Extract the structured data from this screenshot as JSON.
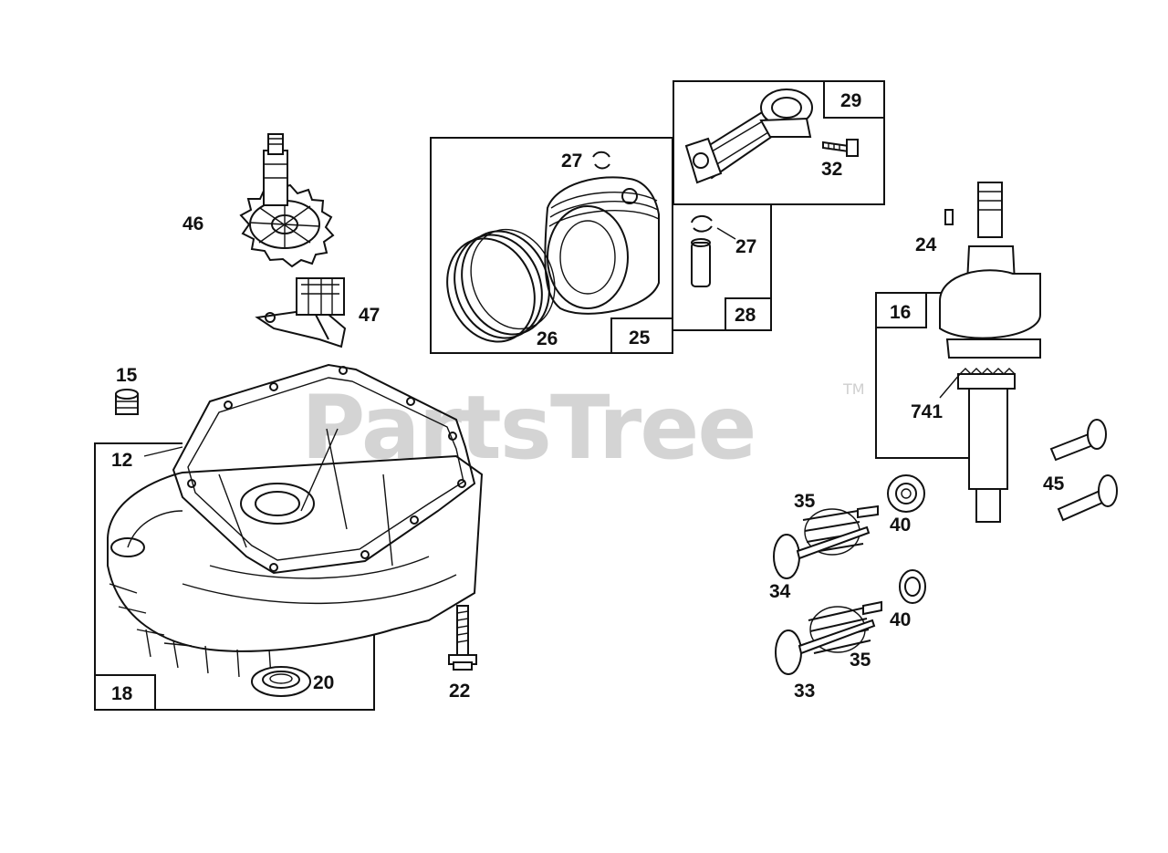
{
  "watermark": {
    "text": "PartsTree",
    "tm": "TM"
  },
  "boxes": {
    "b29": "29",
    "b25": "25",
    "b28": "28",
    "b16": "16",
    "b18": "18"
  },
  "labels": {
    "p46": "46",
    "p47": "47",
    "p27a": "27",
    "p26": "26",
    "p32": "32",
    "p27b": "27",
    "p24": "24",
    "p741": "741",
    "p15": "15",
    "p12": "12",
    "p20": "20",
    "p22": "22",
    "p35a": "35",
    "p40a": "40",
    "p34": "34",
    "p40b": "40",
    "p35b": "35",
    "p33": "33",
    "p45": "45"
  }
}
